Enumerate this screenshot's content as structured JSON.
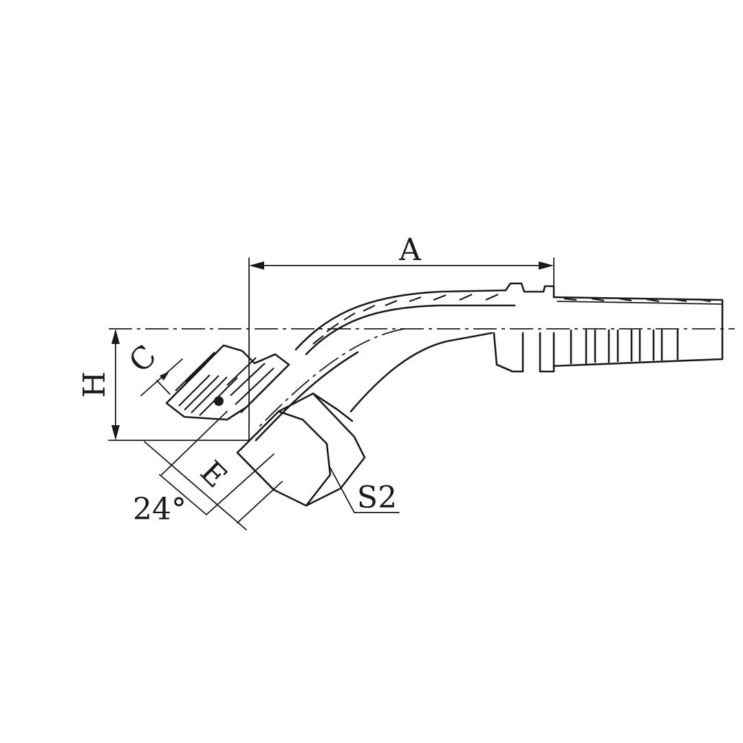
{
  "dimensions": {
    "a": "A",
    "h": "H",
    "c": "C",
    "e": "E",
    "angle": "24°",
    "s2": "S2"
  }
}
